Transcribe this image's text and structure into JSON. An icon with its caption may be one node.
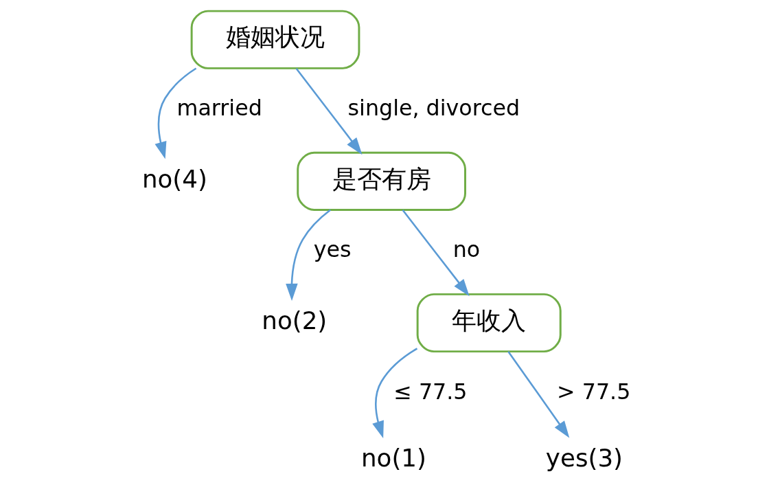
{
  "diagram": {
    "nodes": [
      {
        "text": [
          "婚姻状况"
        ]
      },
      {
        "text": [
          "no(4)"
        ]
      },
      {
        "text": [
          "是否有房"
        ]
      },
      {
        "text": [
          "no(2)"
        ]
      },
      {
        "text": [
          "年收入"
        ]
      },
      {
        "text": [
          "no(1)"
        ]
      },
      {
        "text": [
          "yes(3)"
        ]
      }
    ],
    "edges": [
      {
        "from": 0,
        "to": 1,
        "arrow": "to",
        "label": "married"
      },
      {
        "from": 0,
        "to": 2,
        "arrow": "to",
        "label": "single, divorced"
      },
      {
        "from": 2,
        "to": 3,
        "arrow": "to",
        "label": "yes"
      },
      {
        "from": 2,
        "to": 4,
        "arrow": "to",
        "label": "no"
      },
      {
        "from": 4,
        "to": 5,
        "arrow": "to",
        "label": "≤ 77.5"
      },
      {
        "from": 4,
        "to": 6,
        "arrow": "to",
        "label": "> 77.5"
      }
    ]
  }
}
